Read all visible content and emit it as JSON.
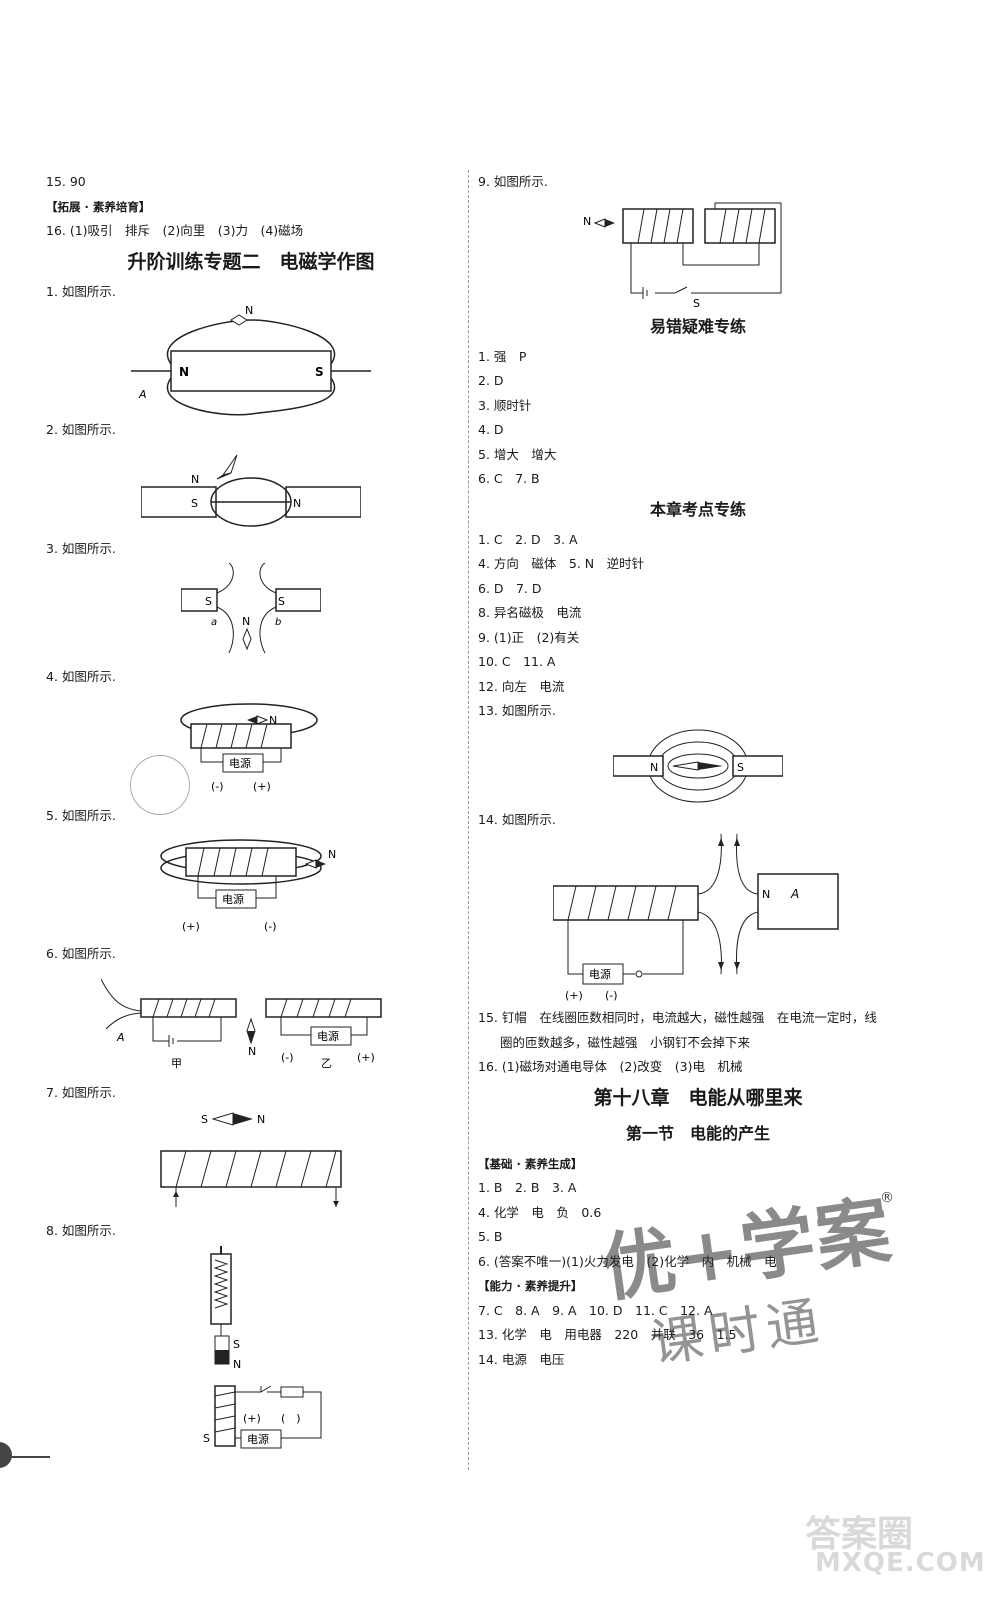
{
  "left": {
    "l1": "15. 90",
    "tag1": "【拓展 · 素养培育】",
    "l2": "16. (1)吸引　排斥　(2)向里　(3)力　(4)磁场",
    "title": "升阶训练专题二　电磁学作图",
    "fig1": "1. 如图所示.",
    "fig2": "2. 如图所示.",
    "fig3": "3. 如图所示.",
    "fig4": "4. 如图所示.",
    "fig5": "5. 如图所示.",
    "fig6": "6. 如图所示.",
    "fig7": "7. 如图所示.",
    "fig8": "8. 如图所示."
  },
  "right": {
    "fig9": "9. 如图所示.",
    "title1": "易错疑难专练",
    "e1": "1. 强　P",
    "e2": "2. D",
    "e3": "3. 顺时针",
    "e4": "4. D",
    "e5": "5. 增大　增大",
    "e6": "6. C　7. B",
    "title2": "本章考点专练",
    "k1": "1. C　2. D　3. A",
    "k2": "4. 方向　磁体　5. N　逆时针",
    "k3": "6. D　7. D",
    "k4": "8. 异名磁极　电流",
    "k5": "9. (1)正　(2)有关",
    "k6": "10. C　11. A",
    "k7": "12. 向左　电流",
    "k8": "13. 如图所示.",
    "k9": "14. 如图所示.",
    "k10": "15. 钉帽　在线圈匝数相同时，电流越大，磁性越强　在电流一定时，线",
    "k11": "圈的匝数越多，磁性越强　小钢钉不会掉下来",
    "k12": "16. (1)磁场对通电导体　(2)改变　(3)电　机械",
    "chapter": "第十八章　电能从哪里来",
    "section": "第一节　电能的产生",
    "tag2": "【基础 · 素养生成】",
    "s1": "1. B　2. B　3. A",
    "s2": "4. 化学　电　负　0.6",
    "s3": "5. B",
    "s4": "6. (答案不唯一)(1)火力发电　(2)化学　内　机械　电",
    "tag3": "【能力 · 素养提升】",
    "s5": "7. C　8. A　9. A　10. D　11. C　12. A",
    "s6": "13. 化学　电　用电器　220　并联　36　1.5",
    "s7": "14. 电源　电压"
  },
  "labels": {
    "N": "N",
    "S": "S",
    "A": "A",
    "a": "a",
    "b": "b",
    "power": "电源",
    "plus": "(+)",
    "minus": "(-)",
    "blank": "(　)",
    "jia": "甲",
    "yi": "乙"
  },
  "watermark": {
    "brand": "优+学案",
    "sub": "课时通",
    "reg": "®",
    "site1": "答案圈",
    "site2": "MXQE.COM"
  }
}
